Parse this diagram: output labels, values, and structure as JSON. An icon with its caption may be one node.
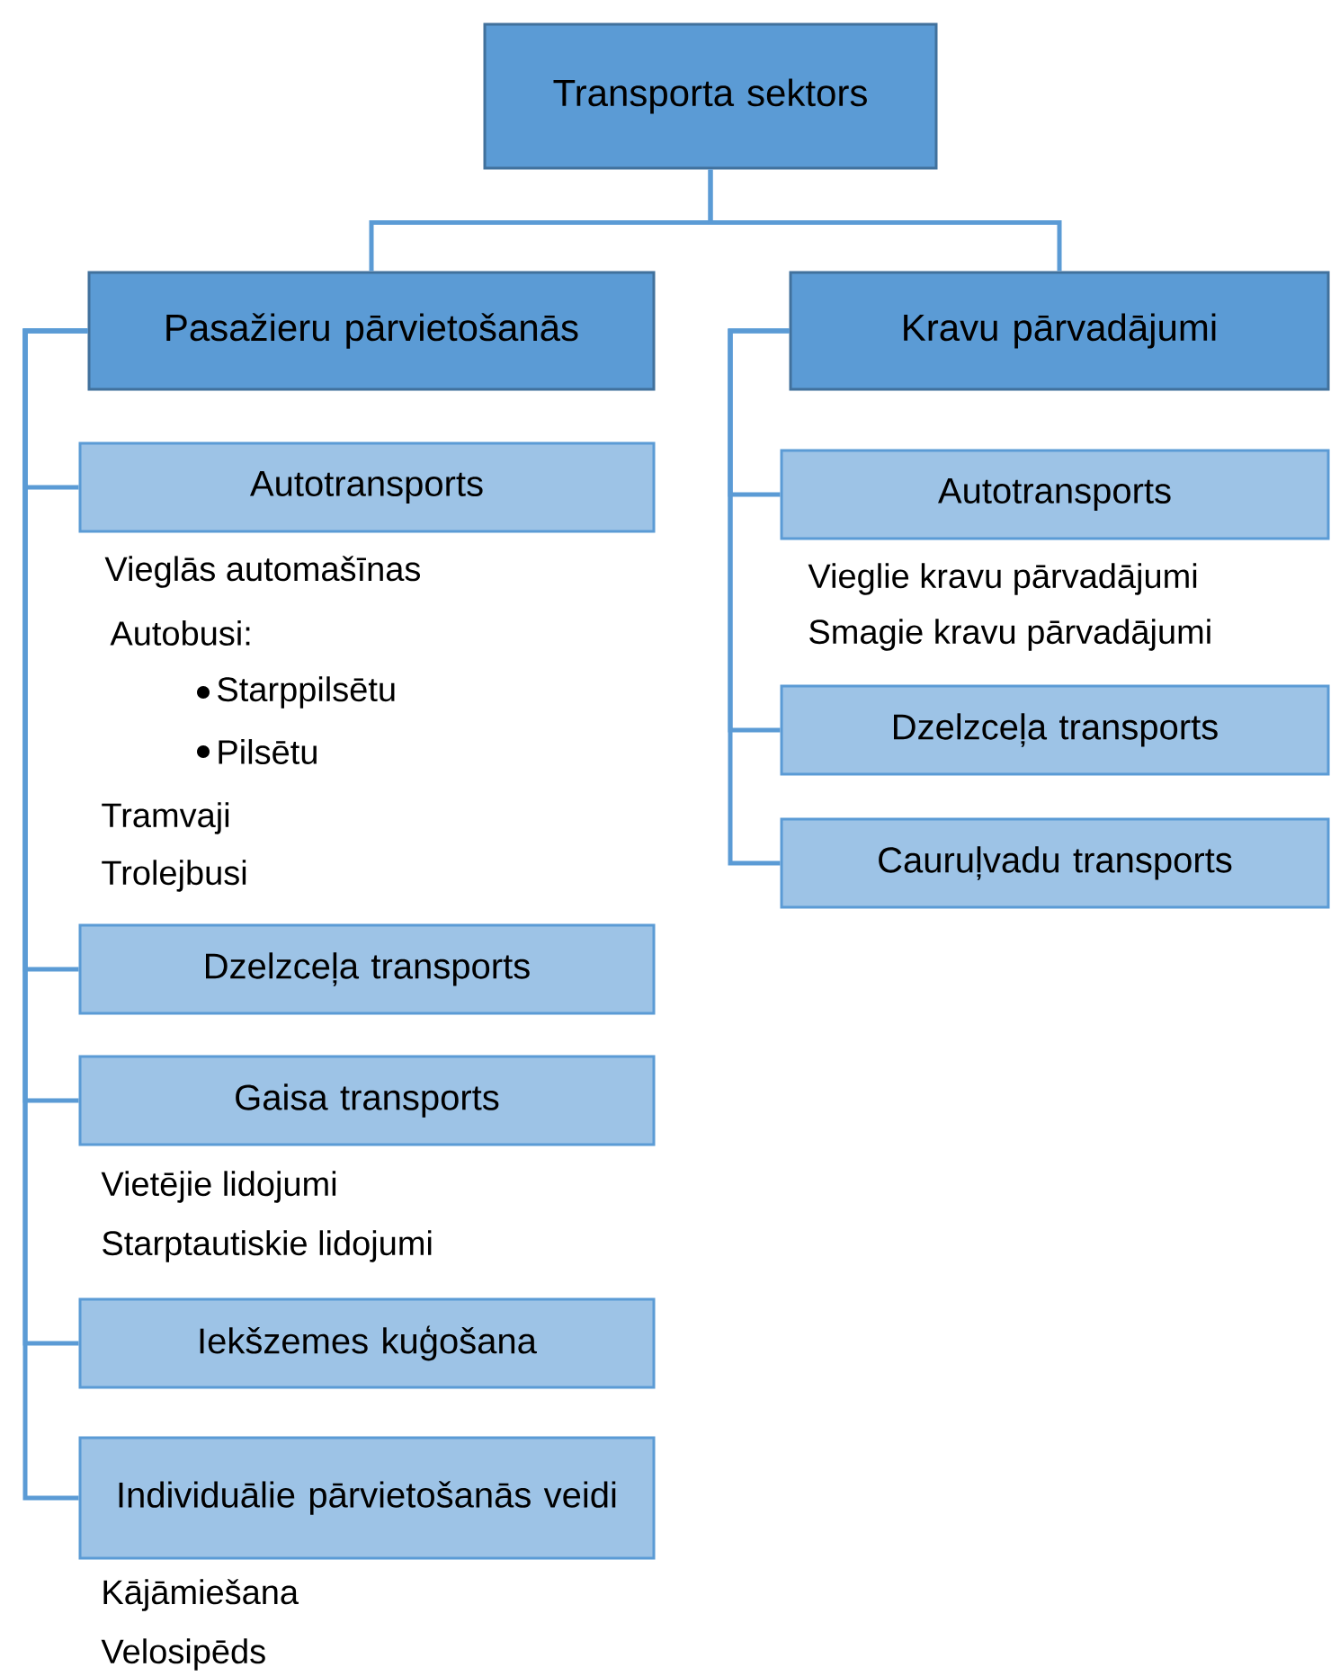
{
  "diagram": {
    "nodes": [
      {
        "text": [
          "Transporta sektors"
        ]
      },
      {
        "text": [
          "Pasažieru pārvietošanās"
        ]
      },
      {
        "text": [
          "Kravu pārvadājumi"
        ]
      },
      {
        "text": [
          "Autotransports"
        ],
        "beside": [
          "Vieglās automašīnas",
          "Autobusi:",
          "Starppilsētu",
          "Pilsētu",
          "Tramvaji",
          "Trolejbusi"
        ]
      },
      {
        "text": [
          "Dzelzceļa transports"
        ]
      },
      {
        "text": [
          "Gaisa transports"
        ],
        "beside": [
          "Vietējie lidojumi",
          "Starptautiskie lidojumi"
        ]
      },
      {
        "text": [
          "Iekšzemes kuģošana"
        ]
      },
      {
        "text": [
          "Individuālie pārvietošanās veidi"
        ],
        "beside": [
          "Kājāmiešana",
          "Velosipēds"
        ]
      },
      {
        "text": [
          "Autotransports"
        ],
        "beside": [
          "Vieglie kravu pārvadājumi",
          "Smagie kravu pārvadājumi"
        ]
      },
      {
        "text": [
          "Dzelzceļa transports"
        ]
      },
      {
        "text": [
          "Cauruļvadu transports"
        ]
      }
    ],
    "edges": [
      {
        "from": 0,
        "to": 1,
        "arrow": "none"
      },
      {
        "from": 0,
        "to": 2,
        "arrow": "none"
      },
      {
        "from": 1,
        "to": 3,
        "arrow": "none"
      },
      {
        "from": 1,
        "to": 4,
        "arrow": "none"
      },
      {
        "from": 1,
        "to": 5,
        "arrow": "none"
      },
      {
        "from": 1,
        "to": 6,
        "arrow": "none"
      },
      {
        "from": 1,
        "to": 7,
        "arrow": "none"
      },
      {
        "from": 2,
        "to": 8,
        "arrow": "none"
      },
      {
        "from": 2,
        "to": 9,
        "arrow": "none"
      },
      {
        "from": 2,
        "to": 10,
        "arrow": "none"
      }
    ]
  }
}
